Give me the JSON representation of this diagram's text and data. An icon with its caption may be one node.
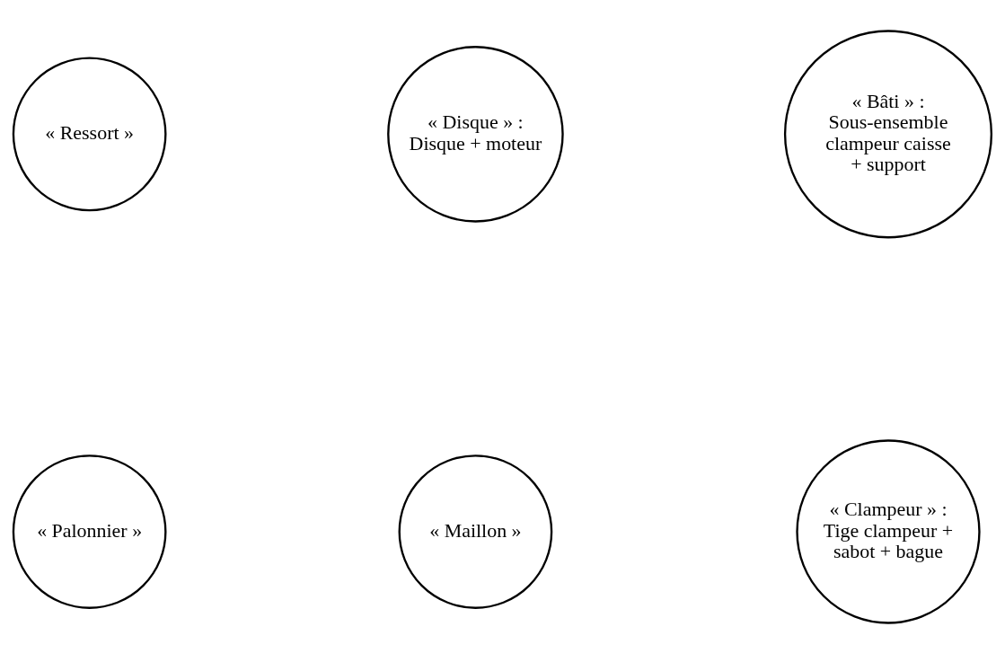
{
  "diagram": {
    "nodes": [
      {
        "text": [
          "« Disque » : Disque + moteur"
        ]
      },
      {
        "text": [
          "« Ressort »"
        ]
      },
      {
        "text": [
          "« Bâti » : Sous-ensemble clampeur caisse + support"
        ]
      },
      {
        "text": [
          "« Palonnier »"
        ]
      },
      {
        "text": [
          "« Clampeur » : Tige clampeur + sabot + bague"
        ]
      },
      {
        "text": [
          "« Maillon »"
        ]
      }
    ],
    "edges": []
  }
}
